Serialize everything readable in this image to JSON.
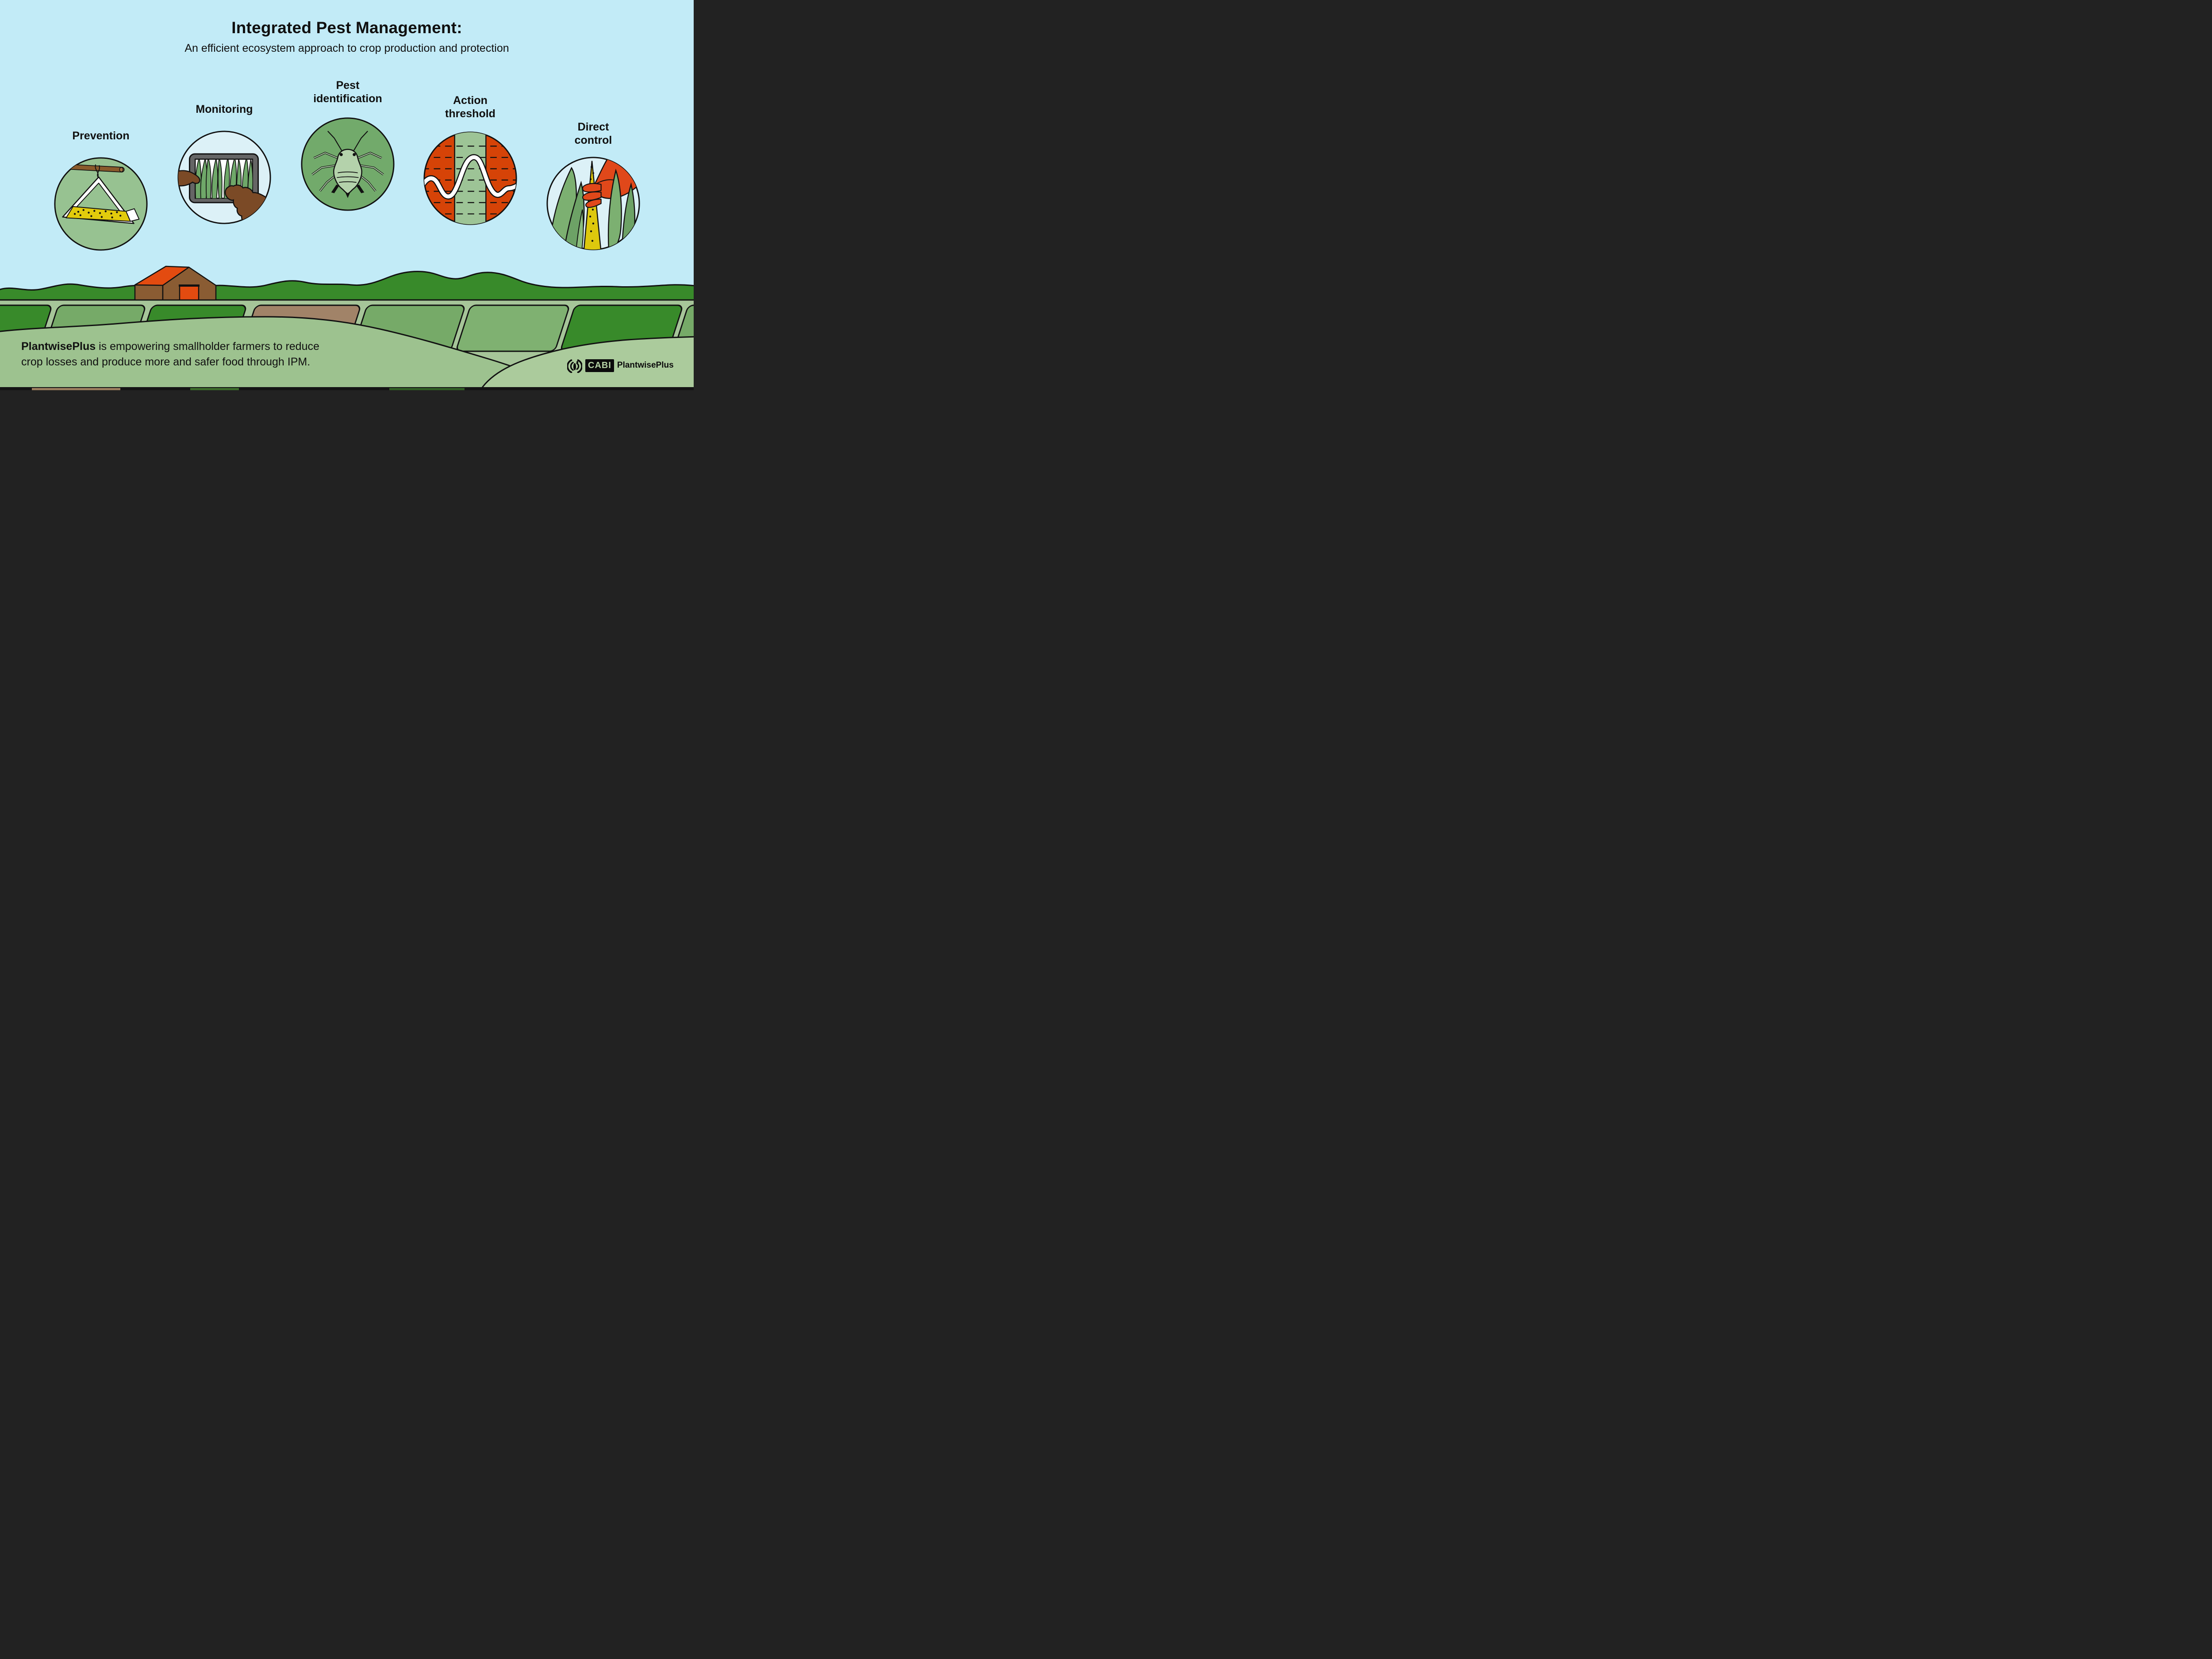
{
  "header": {
    "title": "Integrated Pest Management:",
    "subtitle": "An efficient ecosystem approach to crop production and protection"
  },
  "steps": [
    {
      "label": "Prevention",
      "icon": "pheromone-trap"
    },
    {
      "label": "Monitoring",
      "icon": "tablet-crop-monitoring"
    },
    {
      "label": "Pest identification",
      "icon": "aphid"
    },
    {
      "label": "Action threshold",
      "icon": "threshold-chart"
    },
    {
      "label": "Direct control",
      "icon": "sticky-trap-hand"
    }
  ],
  "footer": {
    "line1_bold": "PlantwisePlus",
    "line1_rest": " is empowering smallholder farmers to reduce",
    "line2": "crop losses and produce more and safer food through IPM."
  },
  "logo": {
    "cabi": "CABI",
    "product": "PlantwisePlus"
  },
  "colors": {
    "sky": "#c2ebf7",
    "circle_green_light": "#97c291",
    "circle_green": "#72aa6b",
    "circle_pale_blue": "#dcf1f7",
    "alert_red": "#d64307",
    "threshold_band_green": "#9dc496",
    "trap_yellow": "#e2cb0c",
    "accent_orange": "#e0481a",
    "hedge_green": "#388a2a",
    "field_sage": "#76aa68",
    "field_brown": "#a18368",
    "path_green": "#a6c599",
    "hill_green": "#9dc28f",
    "hill_green_light": "#abcb9c",
    "house_brown": "#8a5c33",
    "hand_brown": "#7b4a26",
    "text_black": "#101010"
  }
}
